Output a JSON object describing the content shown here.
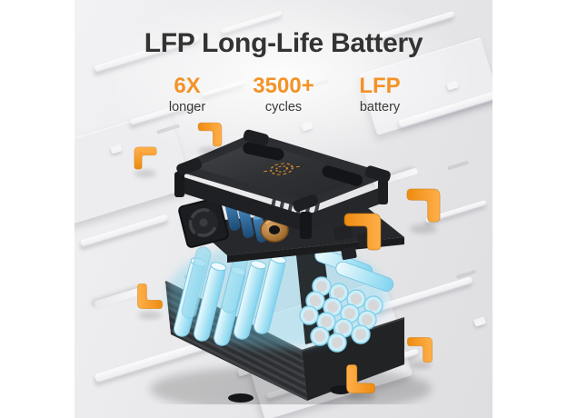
{
  "hero": {
    "title": "LFP Long-Life Battery",
    "stats": [
      {
        "value": "6X",
        "label": "longer"
      },
      {
        "value": "3500+",
        "label": "cycles"
      },
      {
        "value": "LFP",
        "label": "battery"
      }
    ]
  },
  "product": {
    "description": "Exploded 3D view of a portable power station: dark top cover with orange wireless-charging coil mark, circuit board layer with cooling fan, blue capacitors and copper inductor, glowing ice-blue LFP battery cells, ribbed black bottom shell, and orange corner bumpers floating around, all on an embossed light-gray circuit-board surface."
  },
  "colors": {
    "canvas_background": "#FFFFFF",
    "scene_background": "#E8E8EA",
    "accent_orange": "#F39327",
    "title_text": "#333333",
    "stat_label_text": "#3A3A3A",
    "device_body": "#2B2D30",
    "battery_cell_blue": "#9ADDF2",
    "copper_inductor": "#B5762F",
    "capacitor_blue": "#2F6FA8"
  }
}
